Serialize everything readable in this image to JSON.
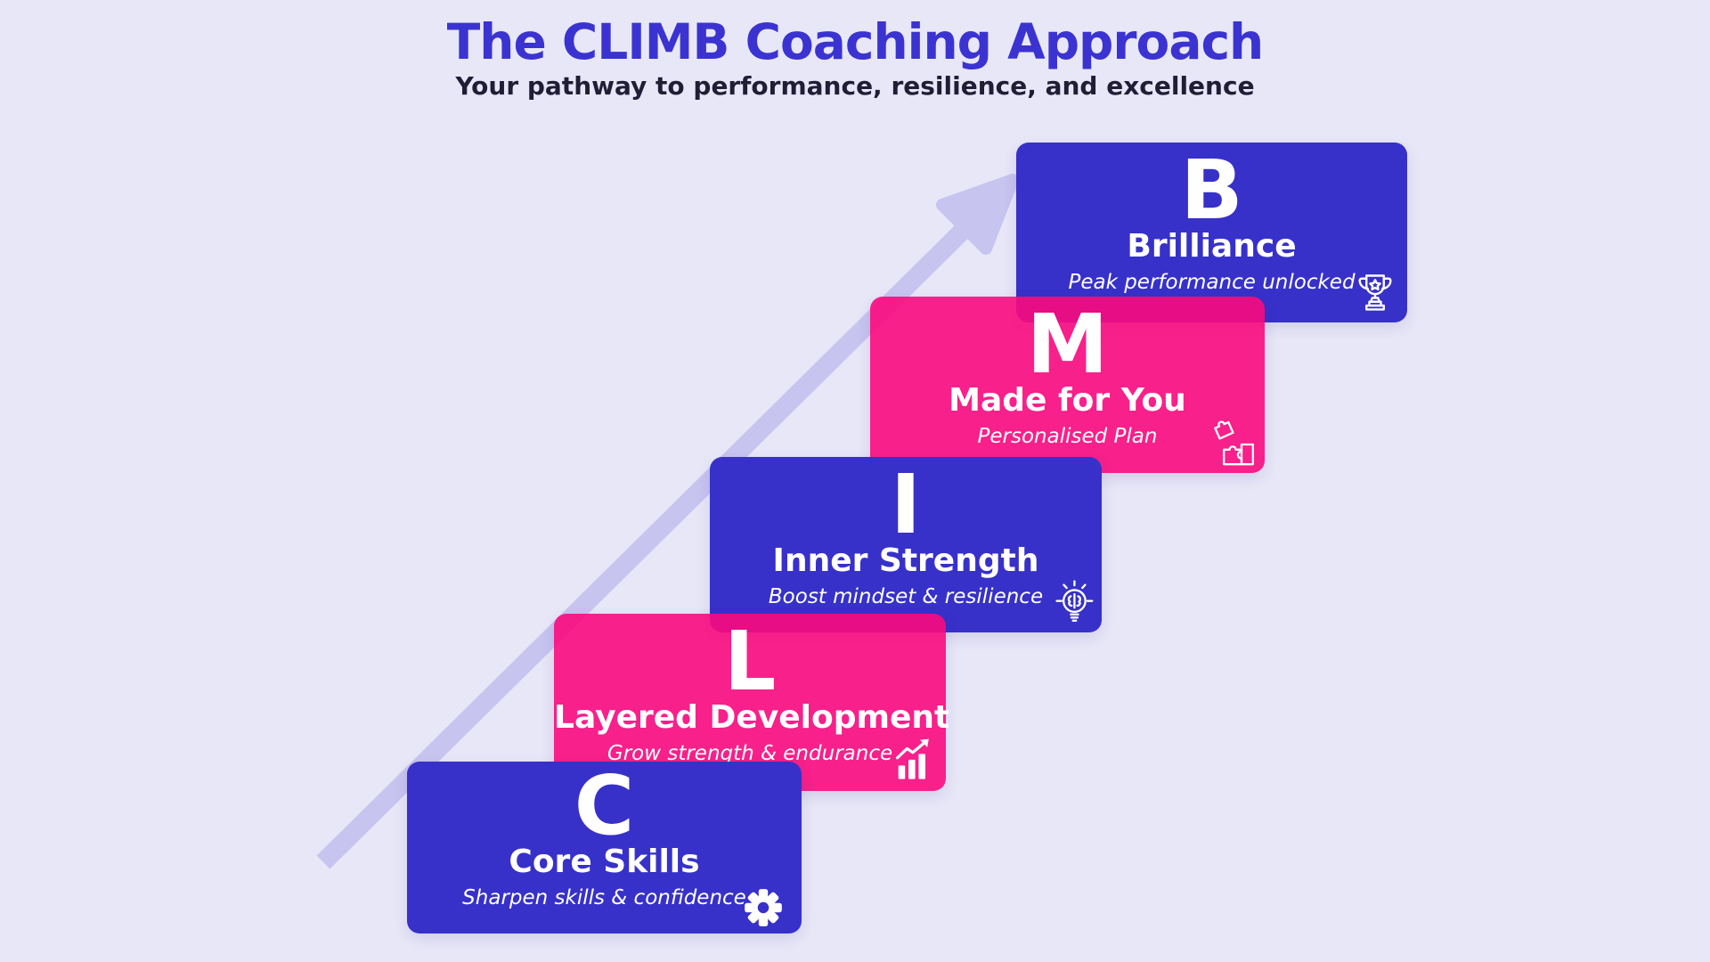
{
  "header": {
    "title": "The CLIMB Coaching Approach",
    "subtitle": "Your pathway to performance, resilience, and excellence"
  },
  "steps": [
    {
      "letter": "C",
      "title": "Core Skills",
      "subtitle": "Sharpen skills & confidence",
      "icon": "gear-icon",
      "style": "blue",
      "card_color": "#3731c9"
    },
    {
      "letter": "L",
      "title": "Layered Development",
      "subtitle": "Grow strength & endurance",
      "icon": "growth-chart-icon",
      "style": "pink",
      "card_color": "#f90a7d"
    },
    {
      "letter": "I",
      "title": "Inner Strength",
      "subtitle": "Boost mindset & resilience",
      "icon": "lightbulb-brain-icon",
      "style": "blue",
      "card_color": "#3731c9"
    },
    {
      "letter": "M",
      "title": "Made for You",
      "subtitle": "Personalised Plan",
      "icon": "puzzle-icon",
      "style": "pink",
      "card_color": "#f90a7d"
    },
    {
      "letter": "B",
      "title": "Brilliance",
      "subtitle": "Peak performance unlocked",
      "icon": "trophy-icon",
      "style": "blue",
      "card_color": "#3731c9"
    }
  ],
  "decor": {
    "arrow_icon": "upward-diagonal-arrow",
    "arrow_color": "#c7c4f0"
  },
  "colors": {
    "background": "#e8e7f7",
    "card_blue": "#3731c9",
    "card_pink": "#f90a7d",
    "title_blue": "#3b33d1",
    "subtitle_text": "#201e36",
    "card_text": "#ffffff"
  }
}
